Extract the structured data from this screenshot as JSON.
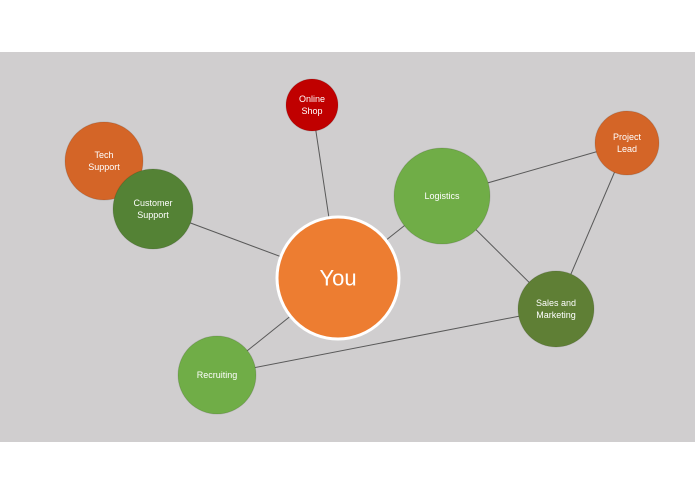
{
  "nodes": {
    "you": {
      "lines": [
        "You"
      ],
      "color": "#ed7d31"
    },
    "online_shop": {
      "lines": [
        "Online",
        "Shop"
      ],
      "color": "#c00000"
    },
    "tech_support": {
      "lines": [
        "Tech",
        "Support"
      ],
      "color": "#d46527"
    },
    "customer_support": {
      "lines": [
        "Customer",
        "Support"
      ],
      "color": "#548235"
    },
    "logistics": {
      "lines": [
        "Logistics"
      ],
      "color": "#70ad47"
    },
    "project_lead": {
      "lines": [
        "Project",
        "Lead"
      ],
      "color": "#d46527"
    },
    "sales_marketing": {
      "lines": [
        "Sales and",
        "Marketing"
      ],
      "color": "#5f7f35"
    },
    "recruiting": {
      "lines": [
        "Recruiting"
      ],
      "color": "#70ad47"
    }
  },
  "edges": [
    [
      "you",
      "online_shop"
    ],
    [
      "you",
      "customer_support"
    ],
    [
      "you",
      "logistics"
    ],
    [
      "you",
      "recruiting"
    ],
    [
      "logistics",
      "project_lead"
    ],
    [
      "logistics",
      "sales_marketing"
    ],
    [
      "project_lead",
      "sales_marketing"
    ],
    [
      "recruiting",
      "sales_marketing"
    ]
  ]
}
